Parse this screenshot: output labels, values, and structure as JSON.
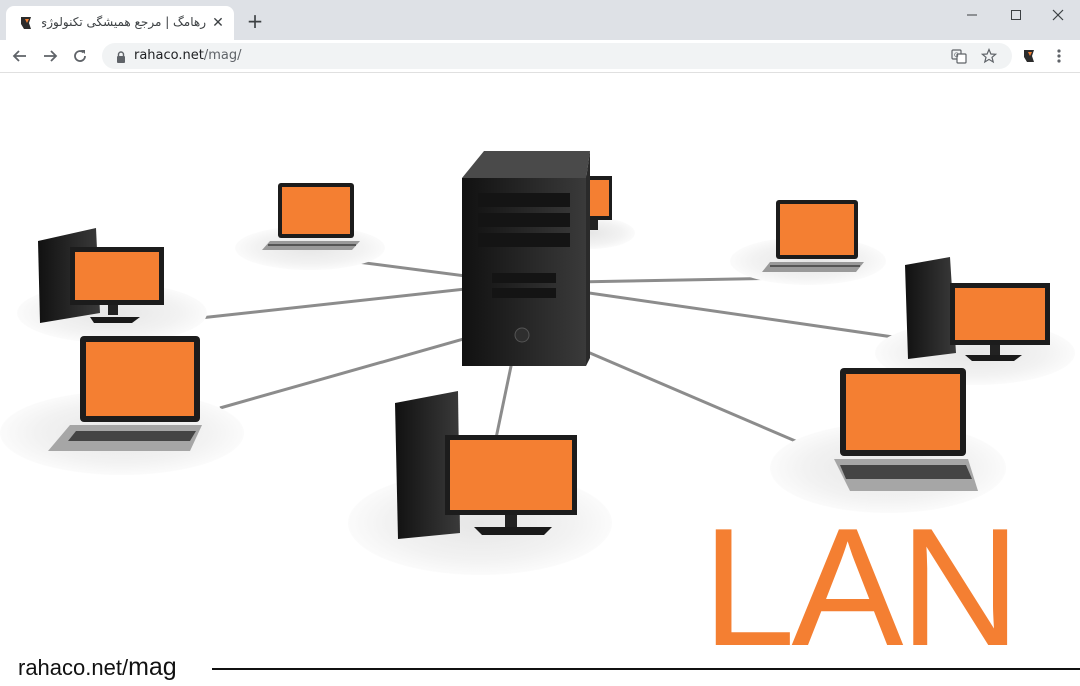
{
  "browser": {
    "tab": {
      "title": "رهامگ | مرجع همیشگی تکنولوژی |",
      "close_icon": "close-icon"
    },
    "new_tab_label": "+",
    "window_controls": [
      "minimize-icon",
      "maximize-icon",
      "close-icon"
    ],
    "toolbar": {
      "back_icon": "back-arrow-icon",
      "forward_icon": "forward-arrow-icon",
      "reload_icon": "reload-icon"
    },
    "address_bar": {
      "domain": "rahaco.net",
      "path": "/mag/"
    },
    "omnibox_icons": [
      "translate-icon",
      "bookmark-star-icon"
    ],
    "menu_icons": [
      "extension-icon",
      "menu-dots-icon"
    ]
  },
  "page": {
    "banner_text": "LAN",
    "footer": {
      "site": "rahaco.net/",
      "section": "mag"
    },
    "colors": {
      "accent": "#f47f32",
      "device_body": "#1f1f1f",
      "platform": "#ececec",
      "cable": "#8c8c8c"
    }
  }
}
